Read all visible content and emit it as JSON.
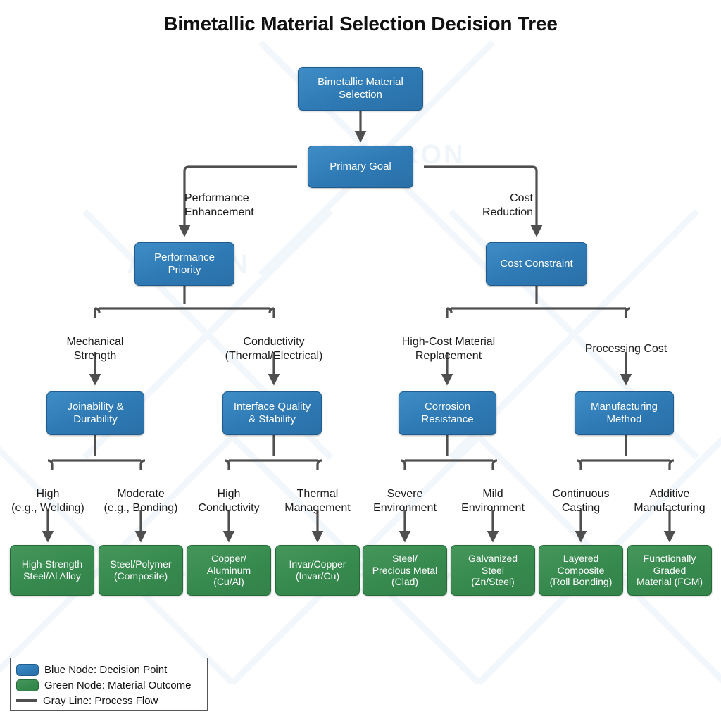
{
  "title": "Bimetallic Material Selection Decision Tree",
  "watermark_text": "RAYTRON",
  "colors": {
    "blue_node": "#2e79b4",
    "green_node": "#378a4e",
    "line": "#4f4f4f",
    "background": "#ffffff",
    "text_dark": "#1a1a1a",
    "text_light": "#ffffff"
  },
  "nodes": {
    "root": {
      "label": "Bimetallic Material\nSelection",
      "type": "decision"
    },
    "primary_goal": {
      "label": "Primary Goal",
      "type": "decision"
    },
    "performance_priority": {
      "label": "Performance\nPriority",
      "type": "decision"
    },
    "cost_constraint": {
      "label": "Cost Constraint",
      "type": "decision"
    },
    "joinability": {
      "label": "Joinability &\nDurability",
      "type": "decision"
    },
    "interface_quality": {
      "label": "Interface Quality\n& Stability",
      "type": "decision"
    },
    "corrosion_resistance": {
      "label": "Corrosion\nResistance",
      "type": "decision"
    },
    "manufacturing_method": {
      "label": "Manufacturing\nMethod",
      "type": "decision"
    }
  },
  "outcomes": [
    {
      "label": "High-Strength\nSteel/Al Alloy",
      "type": "outcome"
    },
    {
      "label": "Steel/Polymer\n(Composite)",
      "type": "outcome"
    },
    {
      "label": "Copper/\nAluminum\n(Cu/Al)",
      "type": "outcome"
    },
    {
      "label": "Invar/Copper\n(Invar/Cu)",
      "type": "outcome"
    },
    {
      "label": "Steel/\nPrecious Metal\n(Clad)",
      "type": "outcome"
    },
    {
      "label": "Galvanized\nSteel\n(Zn/Steel)",
      "type": "outcome"
    },
    {
      "label": "Layered\nComposite\n(Roll Bonding)",
      "type": "outcome"
    },
    {
      "label": "Functionally\nGraded\nMaterial (FGM)",
      "type": "outcome"
    }
  ],
  "edge_labels": {
    "level1": [
      {
        "label": "Performance\nEnhancement"
      },
      {
        "label": "Cost\nReduction"
      }
    ],
    "level2": [
      {
        "label": "Mechanical\nStrength"
      },
      {
        "label": "Conductivity\n(Thermal/Electrical)"
      },
      {
        "label": "High-Cost Material\nReplacement"
      },
      {
        "label": "Processing Cost"
      }
    ],
    "level3": [
      {
        "label": "High\n(e.g., Welding)"
      },
      {
        "label": "Moderate\n(e.g., Bonding)"
      },
      {
        "label": "High\nConductivity"
      },
      {
        "label": "Thermal\nManagement"
      },
      {
        "label": "Severe\nEnvironment"
      },
      {
        "label": "Mild\nEnvironment"
      },
      {
        "label": "Continuous\nCasting"
      },
      {
        "label": "Additive\nManufacturing"
      }
    ]
  },
  "legend": {
    "items": [
      {
        "swatch": "blue-node-swatch",
        "label": "Blue Node: Decision Point"
      },
      {
        "swatch": "green-node-swatch",
        "label": "Green Node: Material Outcome"
      },
      {
        "swatch": "gray-line-swatch",
        "label": "Gray Line: Process Flow"
      }
    ]
  }
}
